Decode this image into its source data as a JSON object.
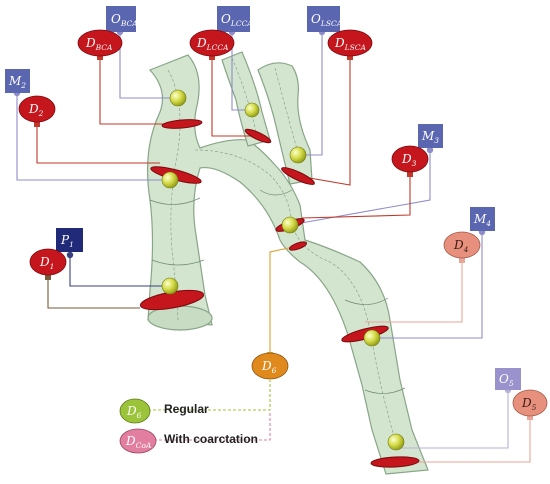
{
  "labels": {
    "o_bca": {
      "main": "O",
      "sub": "BCA"
    },
    "o_lcca": {
      "main": "O",
      "sub": "LCCA"
    },
    "o_lsca": {
      "main": "O",
      "sub": "LSCA"
    },
    "d_bca": {
      "main": "D",
      "sub": "BCA"
    },
    "d_lcca": {
      "main": "D",
      "sub": "LCCA"
    },
    "d_lsca": {
      "main": "D",
      "sub": "LSCA"
    },
    "m2": {
      "main": "M",
      "sub": "2"
    },
    "d2": {
      "main": "D",
      "sub": "2"
    },
    "m3": {
      "main": "M",
      "sub": "3"
    },
    "d3": {
      "main": "D",
      "sub": "3"
    },
    "m4": {
      "main": "M",
      "sub": "4"
    },
    "d4": {
      "main": "D",
      "sub": "4"
    },
    "p1": {
      "main": "P",
      "sub": "1"
    },
    "d1": {
      "main": "D",
      "sub": "1"
    },
    "d6": {
      "main": "D",
      "sub": "6"
    },
    "o5": {
      "main": "O",
      "sub": "5"
    },
    "d5": {
      "main": "D",
      "sub": "5"
    }
  },
  "legend": {
    "regular": {
      "main": "D",
      "sub": "6",
      "text": "Regular"
    },
    "coarctation": {
      "main": "D",
      "sub": "CoA",
      "text": "With coarctation"
    }
  },
  "colors": {
    "vessel_fill": "#d3e5cf",
    "vessel_stroke": "#88a588",
    "blue_box": "#5b66b1",
    "navy_box": "#202a78",
    "red_ellipse": "#c4161c",
    "salmon_ellipse": "#e8907e",
    "orange_ellipse": "#e08a1e",
    "green_ellipse": "#9cc43a",
    "pink_ellipse": "#e27fa0"
  }
}
